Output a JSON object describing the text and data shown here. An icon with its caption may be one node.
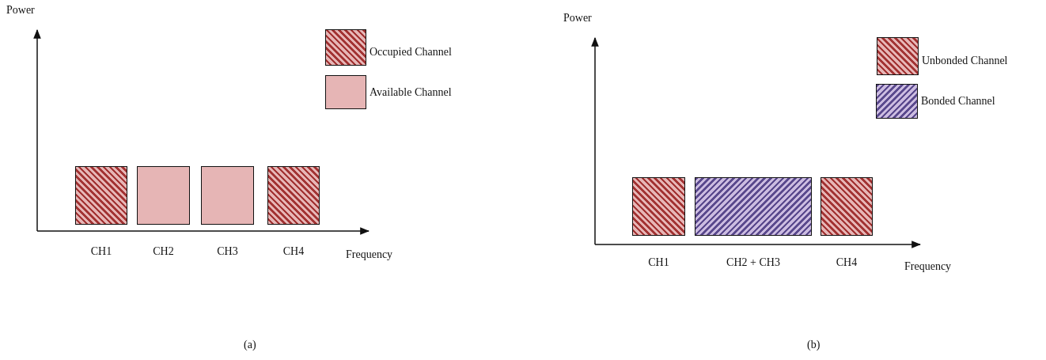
{
  "diagram": {
    "nodes": [
      {
        "text": [],
        "shape": "box",
        "beside": [
          "CH1"
        ]
      },
      {
        "text": [],
        "shape": "box",
        "beside": [
          "CH2"
        ]
      },
      {
        "text": [],
        "shape": "box",
        "beside": [
          "CH3"
        ]
      },
      {
        "text": [],
        "shape": "box",
        "beside": [
          "CH4"
        ]
      },
      {
        "text": [],
        "shape": "box",
        "beside": [
          "CH1"
        ]
      },
      {
        "text": [],
        "shape": "box",
        "beside": [
          "CH2 + CH3"
        ]
      },
      {
        "text": [],
        "shape": "box",
        "beside": [
          "CH4"
        ]
      }
    ],
    "edges": [],
    "labels": [
      "Power",
      "Power",
      "Frequency",
      "Frequency",
      "(a)",
      "(b)"
    ],
    "legend": [
      {
        "text": "Occupied Channel"
      },
      {
        "text": "Available Channel",
        "color": "#e6b5b5"
      },
      {
        "text": "Unbonded Channel"
      },
      {
        "text": "Bonded Channel"
      }
    ]
  }
}
